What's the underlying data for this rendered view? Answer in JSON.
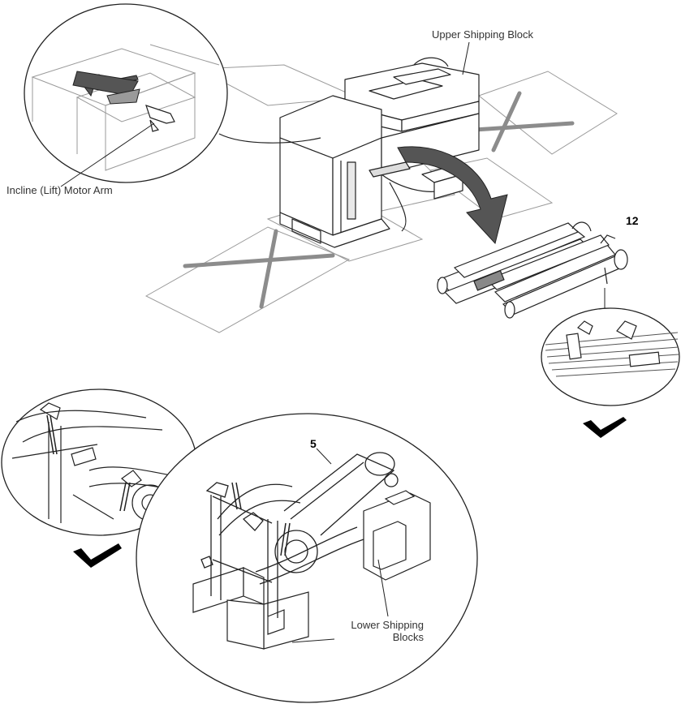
{
  "labels": {
    "upper_shipping_block": "Upper Shipping Block",
    "incline_motor_arm": "Incline (Lift) Motor Arm",
    "lower_shipping_blocks_line1": "Lower Shipping",
    "lower_shipping_blocks_line2": "Blocks"
  },
  "callouts": {
    "part_12": "12",
    "part_5": "5"
  },
  "colors": {
    "line": "#222222",
    "faint_line": "#9a9a9a",
    "arrow_fill": "#555555",
    "cross_fill": "#8c8c8c",
    "check": "#000000"
  },
  "icons": [
    "arrow-icon",
    "curved-arrow-icon",
    "checkmark-icon",
    "checkmark-icon"
  ]
}
